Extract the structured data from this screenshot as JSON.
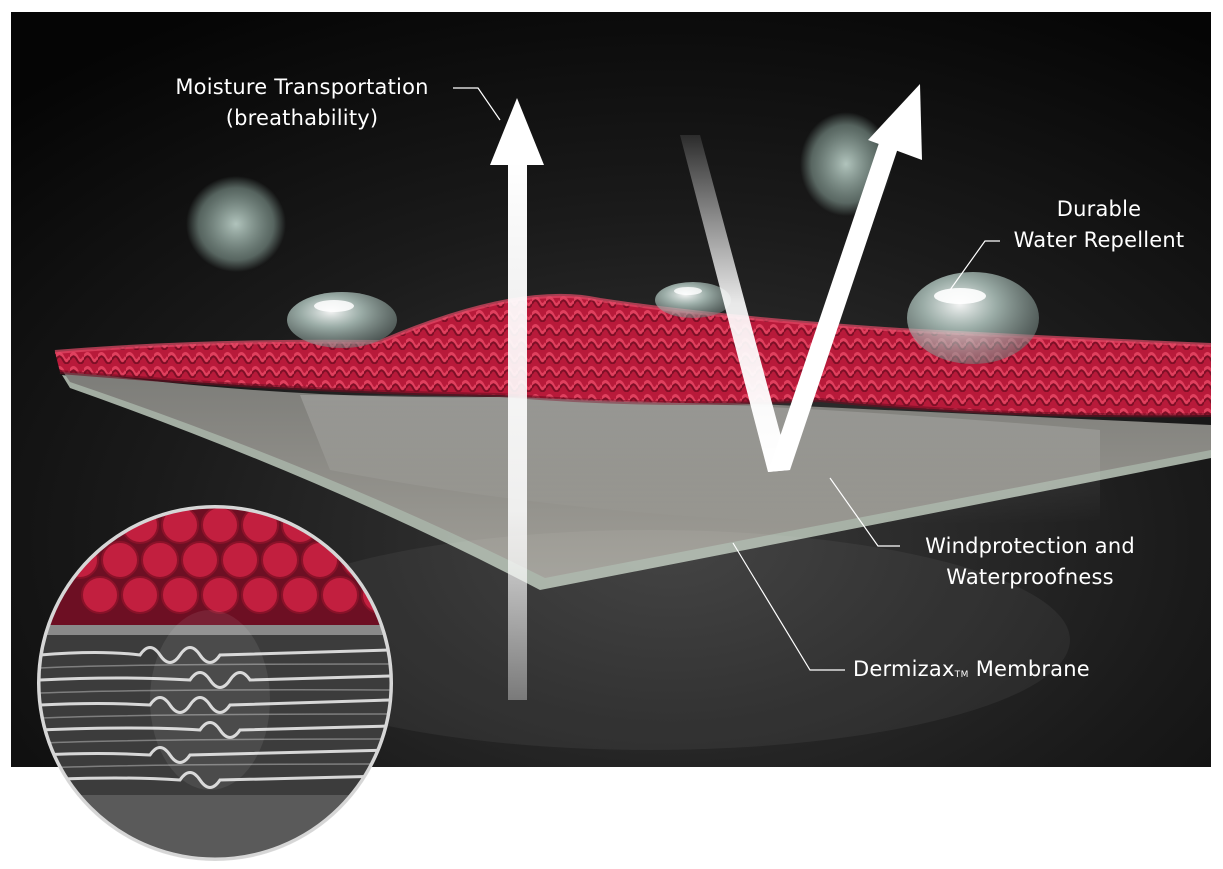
{
  "labels": {
    "moisture": {
      "line1": "Moisture Transportation",
      "line2": "(breathability)"
    },
    "dwr": {
      "line1": "Durable",
      "line2": "Water Repellent"
    },
    "wind": {
      "line1": "Windprotection and",
      "line2": "Waterproofness"
    },
    "membrane": {
      "name": "Dermizax",
      "mark": "TM",
      "suffix": " Membrane"
    }
  },
  "colors": {
    "background": "#0b0b0b",
    "fabric": "#c4203f",
    "fabric_dark": "#7e1027",
    "membrane": "#8d8d88",
    "membrane_edge": "#bfc9bc",
    "arrow": "#ffffff",
    "droplet": "#cfe8e0"
  },
  "icons": [
    "moisture-arrow-icon",
    "reflection-arrow-icon",
    "water-droplet-icon",
    "magnifier-circle-icon"
  ]
}
